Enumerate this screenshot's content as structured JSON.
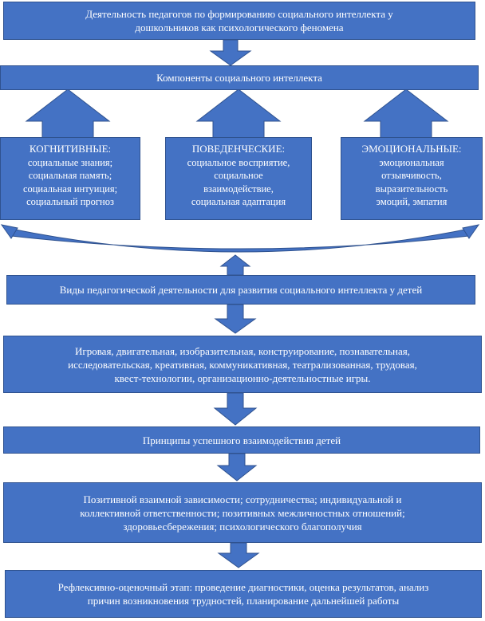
{
  "box1": {
    "text": "Деятельность педагогов по формированию социального интеллекта у\nдошкольников как психологического феномена"
  },
  "box2": {
    "text": "Компоненты социального интеллекта"
  },
  "components": [
    {
      "heading": "КОГНИТИВНЫЕ:",
      "body": "социальные знания;\nсоциальная память;\nсоциальная интуиция;\nсоциальный прогноз"
    },
    {
      "heading": "ПОВЕДЕНЧЕСКИЕ:",
      "body": "социальное восприятие,\nсоциальное\nвзаимодействие,\nсоциальная адаптация"
    },
    {
      "heading": "ЭМОЦИОНАЛЬНЫЕ:",
      "body": "эмоциональная\nотзывчивость,\nвыразительность\nэмоций, эмпатия"
    }
  ],
  "box3": {
    "text": "Виды педагогической деятельности для развития социального интеллекта у детей"
  },
  "box4": {
    "text": "Игровая, двигательная, изобразительная, конструирование, познавательная,\nисследовательская, креативная,  коммуникативная, театрализованная, трудовая,\nквест-технологии, организационно-деятельностные игры."
  },
  "box5": {
    "text": "Принципы успешного  взаимодействия детей"
  },
  "box6": {
    "text": "Позитивной взаимной зависимости; сотрудничества;  индивидуальной и\nколлективной ответственности; позитивных межличностных  отношений;\nздоровьесбережения;  психологического  благополучия"
  },
  "box7": {
    "text": "Рефлексивно-оценочный этап: проведение диагностики, оценка результатов,  анализ\nпричин возникновения трудностей, планирование дальнейшей работы"
  },
  "colors": {
    "fill": "#4472c4",
    "stroke": "#2f528f",
    "text": "#ffffff"
  }
}
